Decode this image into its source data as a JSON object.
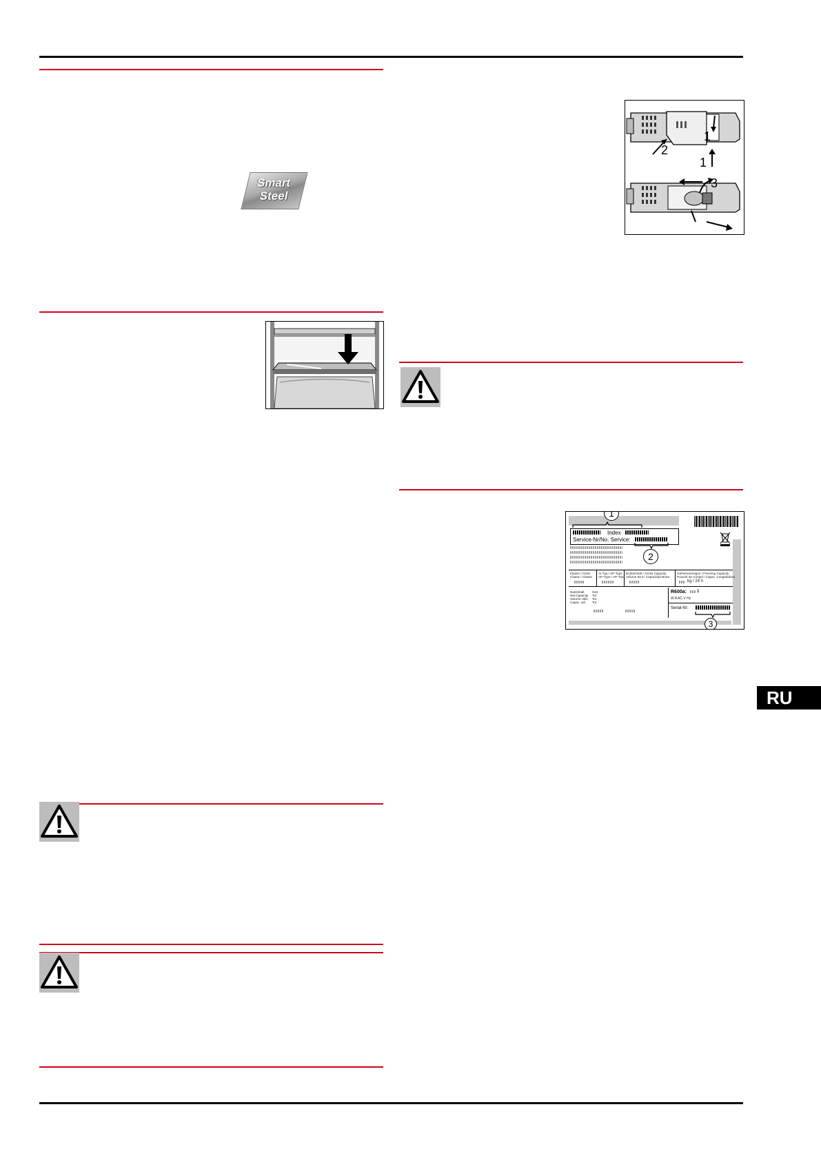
{
  "badge": {
    "line1": "Smart",
    "line2": "Steel",
    "colors": {
      "plate": "#a9a9a9"
    }
  },
  "language_tab": {
    "label": "RU"
  },
  "lamp_figure": {
    "callouts": [
      "1",
      "2",
      "1",
      "3"
    ]
  },
  "rating_plate": {
    "callout_1": "1",
    "callout_2": "2",
    "callout_3": "3",
    "index_label": "Index",
    "service_label": "Service-Nr/No. Service:",
    "class_label_1": "Klasse / Class",
    "class_label_2": "Classe / Classe",
    "type_label_1": "Ar-Typ / AP-Type",
    "type_label_2": "AP-Type / AP-Tipo",
    "gross_label_1": "Bruttoinhalt / Gross Capacity",
    "gross_label_2": "Volume Brut / Capacidad Bruta",
    "freeze_label_1": "Gefriervermögen / Freezing Capacity",
    "freeze_label_2": "Pouvoir de Congel / Capac. Congeladora",
    "freeze_unit": "kg / 24 h",
    "net_labels": [
      "Nutzinhalt",
      "Net.Capacity",
      "Volume Utile",
      "Capac. util"
    ],
    "net_cols": [
      "Ges",
      "Tot",
      "Tot",
      "Tot"
    ],
    "gas": "R600a:",
    "gas_unit": "g",
    "power_line": "W   A   AC   V   Hz",
    "serial_label": "Serial-Nr:",
    "colors": {
      "shade": "#c8c8c8"
    }
  },
  "colors": {
    "rule_red": "#d0021b",
    "rule_black": "#000000",
    "tab_bg": "#000000"
  }
}
